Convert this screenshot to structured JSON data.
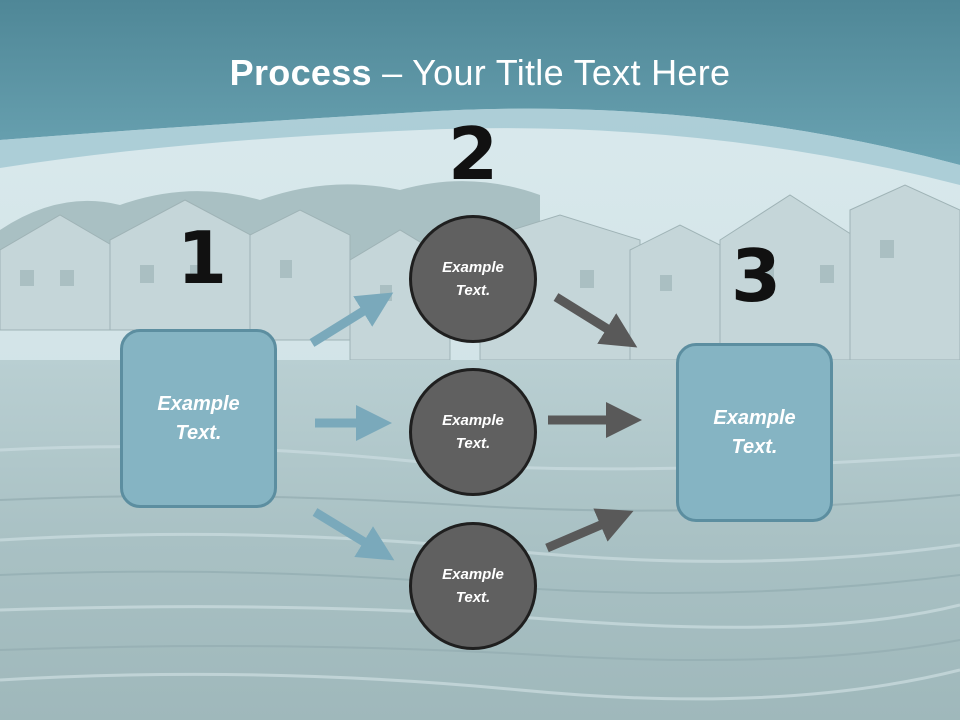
{
  "title": {
    "bold": "Process",
    "rest": " – Your Title Text Here"
  },
  "step_numbers": [
    "1",
    "2",
    "3"
  ],
  "left_box": {
    "text": "Example\nText."
  },
  "right_box": {
    "text": "Example\nText."
  },
  "circles": [
    {
      "text": "Example\nText."
    },
    {
      "text": "Example\nText."
    },
    {
      "text": "Example\nText."
    }
  ],
  "colors": {
    "header_teal": "#5e98a8",
    "box_fill": "#85b4c3",
    "circle_fill": "#606060",
    "arrow_blue": "#7aa9bb",
    "arrow_gray": "#595959"
  }
}
